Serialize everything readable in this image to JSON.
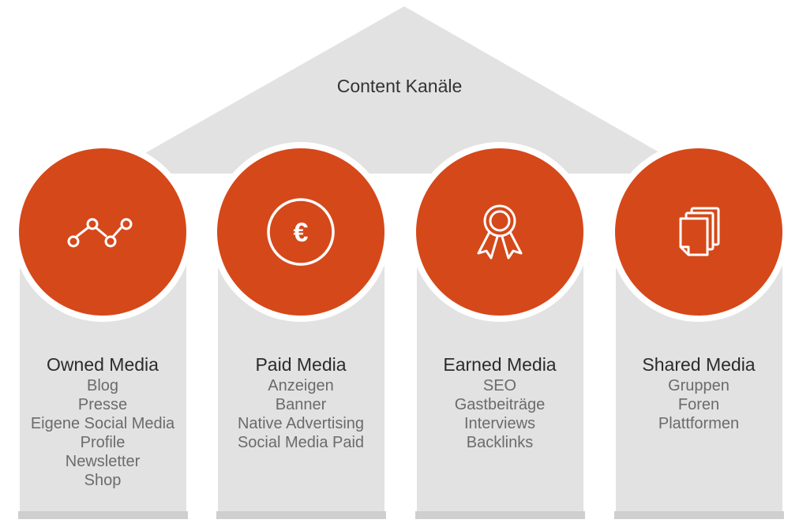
{
  "roof": {
    "title": "Content Kanäle"
  },
  "colors": {
    "accent": "#d5481a",
    "pillar": "#e2e2e2",
    "base": "#cfcfcf",
    "icon": "#ffffff"
  },
  "pillars": [
    {
      "icon": "graph-nodes-icon",
      "title": "Owned Media",
      "items": [
        "Blog",
        "Presse",
        "Eigene Social Media",
        "Profile",
        "Newsletter",
        "Shop"
      ]
    },
    {
      "icon": "euro-icon",
      "title": "Paid Media",
      "items": [
        "Anzeigen",
        "Banner",
        "Native Advertising",
        "Social Media Paid"
      ]
    },
    {
      "icon": "award-ribbon-icon",
      "title": "Earned Media",
      "items": [
        "SEO",
        "Gastbeiträge",
        "Interviews",
        "Backlinks"
      ]
    },
    {
      "icon": "documents-stack-icon",
      "title": "Shared Media",
      "items": [
        "Gruppen",
        "Foren",
        "Plattformen"
      ]
    }
  ]
}
